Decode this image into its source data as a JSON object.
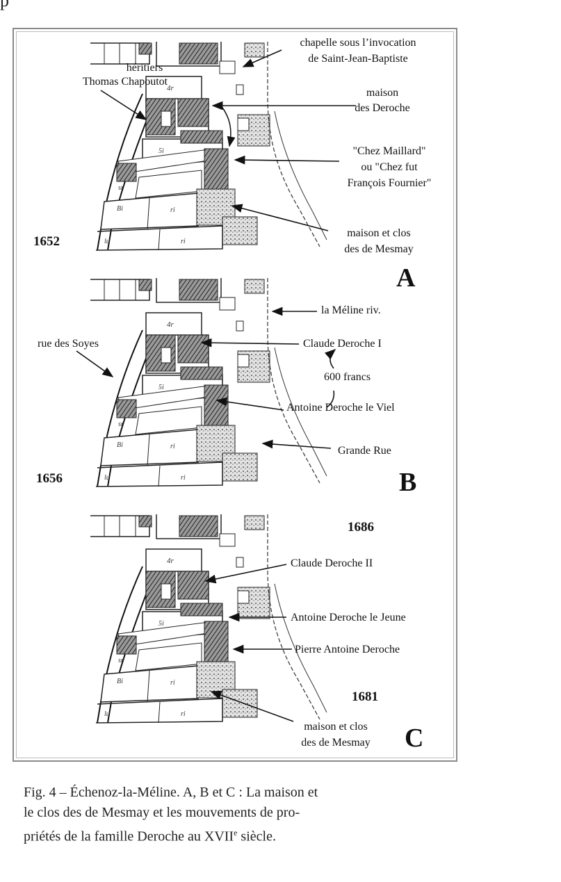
{
  "top_fragment": "p",
  "panels": [
    {
      "year": "1652",
      "letter": "A",
      "labels": {
        "heritiers": [
          "héritiers",
          "Thomas Chapoutot"
        ],
        "chapelle": [
          "chapelle sous l’invocation",
          "de Saint-Jean-Baptiste"
        ],
        "maison_deroche": [
          "maison",
          "des Deroche"
        ],
        "chez_maillard": [
          "\"Chez Maillard\"",
          "ou \"Chez fut",
          "François Fournier\""
        ],
        "mesmay": [
          "maison et clos",
          "des de Mesmay"
        ]
      }
    },
    {
      "year": "1656",
      "letter": "B",
      "labels": {
        "meline": "la Méline riv.",
        "rue_soyes": "rue des Soyes",
        "claude_1": "Claude Deroche I",
        "francs": "600 francs",
        "antoine_viel": "Antoine Deroche le Viel",
        "grande_rue": "Grande Rue"
      }
    },
    {
      "year": "1686",
      "year2": "1681",
      "letter": "C",
      "labels": {
        "claude_2": "Claude Deroche II",
        "antoine_jeune": "Antoine Deroche le Jeune",
        "pierre_antoine": "Pierre Antoine Deroche",
        "mesmay": [
          "maison et clos",
          "des de Mesmay"
        ]
      }
    }
  ],
  "parcel_mark": "4r",
  "caption": {
    "line1": "Fig. 4 – Échenoz-la-Méline. A, B et C : La maison et",
    "line2": "le clos des de Mesmay et les mouvements de pro-",
    "line3_before": "priétés de la famille Deroche au XVII",
    "line3_sup": "e",
    "line3_after": " siècle."
  }
}
